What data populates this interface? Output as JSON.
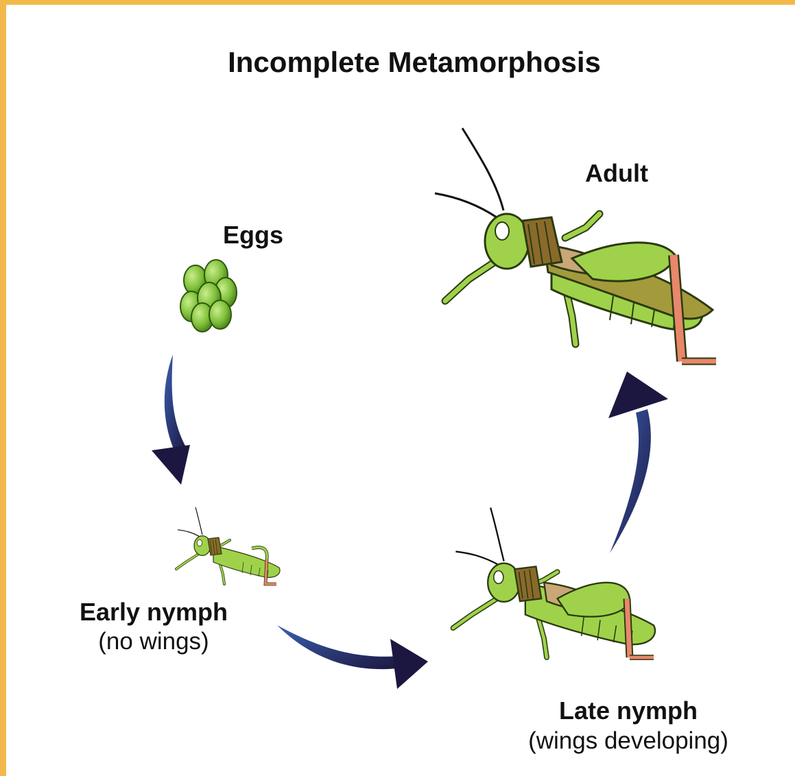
{
  "title": "Incomplete Metamorphosis",
  "stages": {
    "eggs": {
      "name": "Eggs"
    },
    "early_nymph": {
      "name": "Early nymph",
      "note": "(no wings)"
    },
    "late_nymph": {
      "name": "Late nymph",
      "note": "(wings developing)"
    },
    "adult": {
      "name": "Adult"
    }
  },
  "colors": {
    "frame": "#f2b94a",
    "arrow_dark": "#1c1740",
    "arrow_mid": "#2a3a7a",
    "body_green": "#9fd24a",
    "body_outline": "#2b3a10",
    "wing_brown": "#c9a777",
    "wing_olive": "#a39a3c",
    "hind_leg_red": "#e8876a",
    "egg_green": "#7fbf3a"
  }
}
